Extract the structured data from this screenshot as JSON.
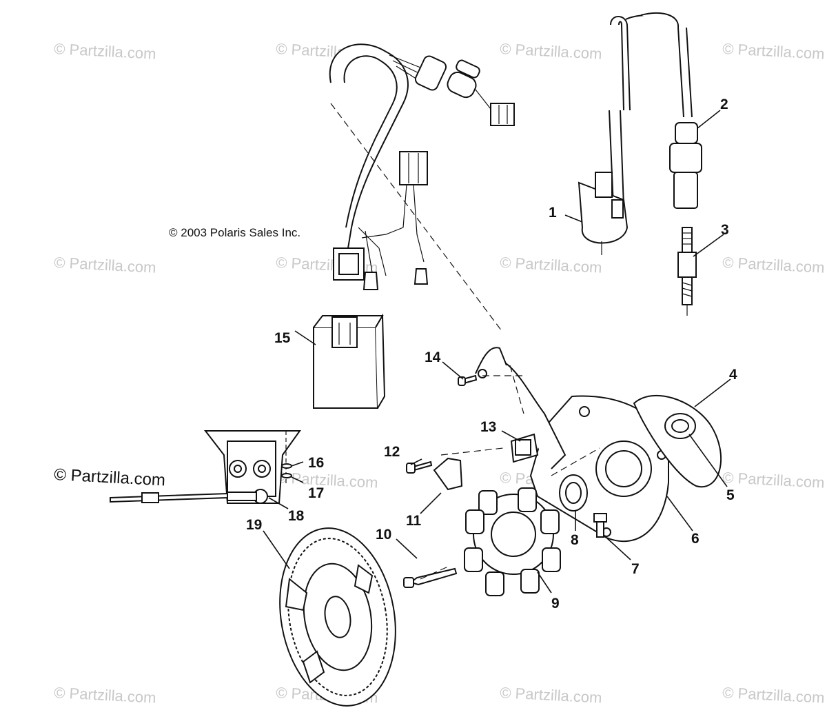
{
  "copyright": "© 2003 Polaris Sales Inc.",
  "brand_mark": "© Partzilla.com",
  "watermark_text": "© Partzilla.com",
  "callouts": [
    "1",
    "2",
    "3",
    "4",
    "5",
    "6",
    "7",
    "8",
    "9",
    "10",
    "11",
    "12",
    "13",
    "14",
    "15",
    "16",
    "17",
    "18",
    "19"
  ],
  "colors": {
    "line": "#111111",
    "watermark": "#c8c8c8",
    "background": "#ffffff"
  }
}
